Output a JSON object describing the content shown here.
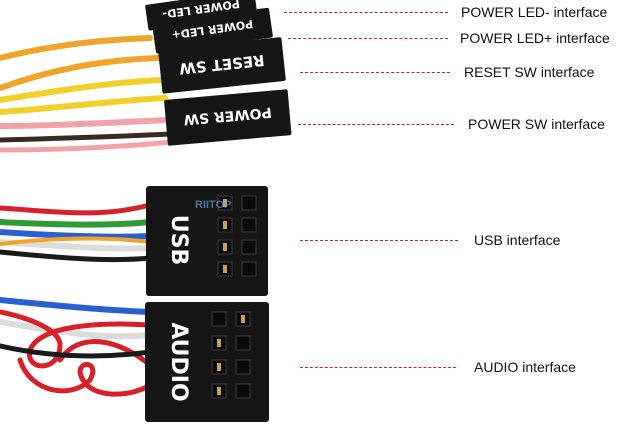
{
  "photo": {
    "connector_labels": {
      "power_led_minus": "POWER LED-",
      "power_led_plus": "POWER LED+",
      "reset_sw": "RESET SW",
      "power_sw": "POWER SW",
      "usb": "USB",
      "audio": "AUDIO"
    },
    "watermark": "RIITOP"
  },
  "callouts": [
    {
      "id": "power-led-minus",
      "text": "POWER LED- interface"
    },
    {
      "id": "power-led-plus",
      "text": "POWER LED+ interface"
    },
    {
      "id": "reset-sw",
      "text": "RESET SW interface"
    },
    {
      "id": "power-sw",
      "text": "POWER SW interface"
    },
    {
      "id": "usb",
      "text": "USB interface"
    },
    {
      "id": "audio",
      "text": "AUDIO interface"
    }
  ],
  "colors": {
    "leader_line": "#d21f1f",
    "connector_body": "#151515",
    "wire_orange": "#f0a52a",
    "wire_yellow": "#f2cf2a",
    "wire_pink": "#f3a3a8",
    "wire_red": "#d81f2a",
    "wire_green": "#2f9a38",
    "wire_blue": "#2a5fd0",
    "wire_white": "#dcdcdc"
  }
}
